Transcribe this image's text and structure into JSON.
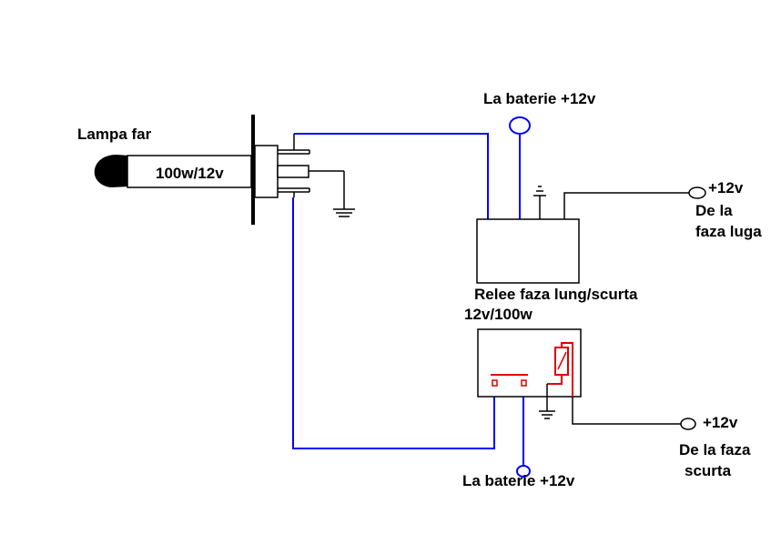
{
  "labels": {
    "lamp_title": "Lampa far",
    "lamp_rating": "100w/12v",
    "battery_top": "La baterie +12v",
    "plus12_high": "+12v",
    "high_beam_line1": "De la",
    "high_beam_line2": "faza luga",
    "relay_line1": "Relee faza lung/scurta",
    "relay_line2": "12v/100w",
    "plus12_low": "+12v",
    "battery_bottom": "La baterie +12v",
    "low_beam_line1": "De la faza",
    "low_beam_line2": "scurta"
  },
  "colors": {
    "wire_blue": "#0000ff",
    "wire_black": "#000000",
    "coil_red": "#e00000",
    "lamp_bulb": "#000000"
  }
}
